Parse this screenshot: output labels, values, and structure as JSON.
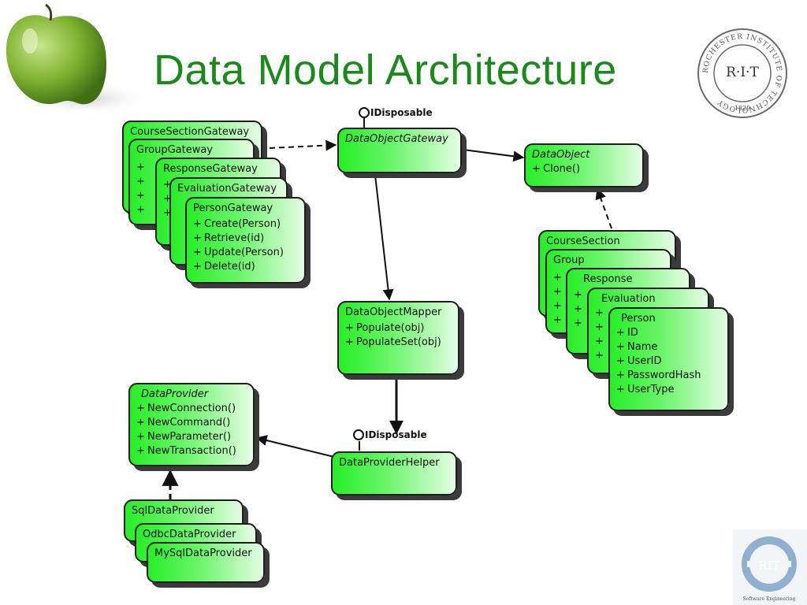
{
  "title": "Data Model Architecture",
  "interfaces": {
    "top": "IDisposable",
    "bottom": "IDisposable"
  },
  "gateways": {
    "stack": [
      "CourseSectionGateway",
      "GroupGateway",
      "ResponseGateway",
      "EvaluationGateway"
    ],
    "front": {
      "name": "PersonGateway",
      "methods": [
        "Create(Person)",
        "Retrieve(id)",
        "Update(Person)",
        "Delete(id)"
      ]
    }
  },
  "data_object_gateway": "DataObjectGateway",
  "data_object": {
    "name": "DataObject",
    "methods": [
      "Clone()"
    ]
  },
  "entities": {
    "stack": [
      "CourseSection",
      "Group",
      "Response",
      "Evaluation"
    ],
    "front": {
      "name": "Person",
      "fields": [
        "ID",
        "Name",
        "UserID",
        "PasswordHash",
        "UserType"
      ]
    }
  },
  "mapper": {
    "name": "DataObjectMapper",
    "methods": [
      "Populate(obj)",
      "PopulateSet(obj)"
    ]
  },
  "provider": {
    "name": "DataProvider",
    "methods": [
      "NewConnection()",
      "NewCommand()",
      "NewParameter()",
      "NewTransaction()"
    ]
  },
  "helper": "DataProviderHelper",
  "providers": [
    "SqlDataProvider",
    "OdbcDataProvider",
    "MySqlDataProvider"
  ],
  "plus": "+",
  "logos": {
    "seal_ring": "ROCHESTER INSTITUTE OF TECHNOLOGY",
    "seal_center": "R·I·T",
    "seal_year": "1829",
    "se_text": "RIT",
    "se_caption": "Software Engineering"
  },
  "colors": {
    "title": "#1a8a1a",
    "box_green": "#27ee27",
    "box_light": "#e4fde4",
    "outline": "#1d1d1d"
  }
}
